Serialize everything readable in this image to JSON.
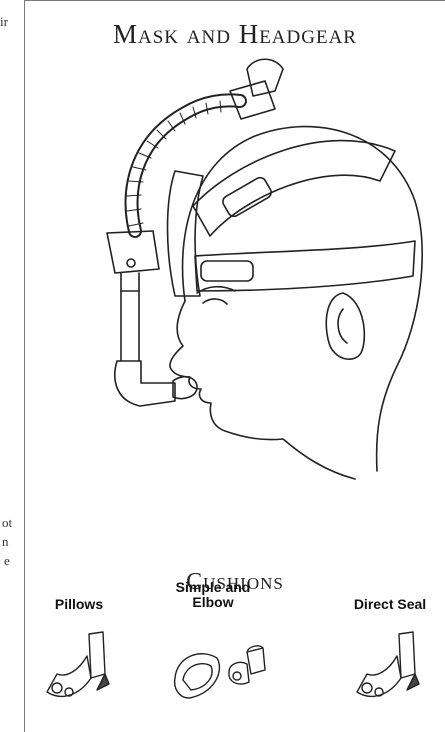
{
  "left_margin_fragments": [
    "ir",
    "ot",
    "n",
    "e"
  ],
  "section_titles": {
    "mask_headgear": "Mask and Headgear",
    "cushions": "Cushions"
  },
  "cushions": [
    {
      "label": "Pillows"
    },
    {
      "label": "Simple and Elbow"
    },
    {
      "label": "Direct Seal"
    }
  ]
}
